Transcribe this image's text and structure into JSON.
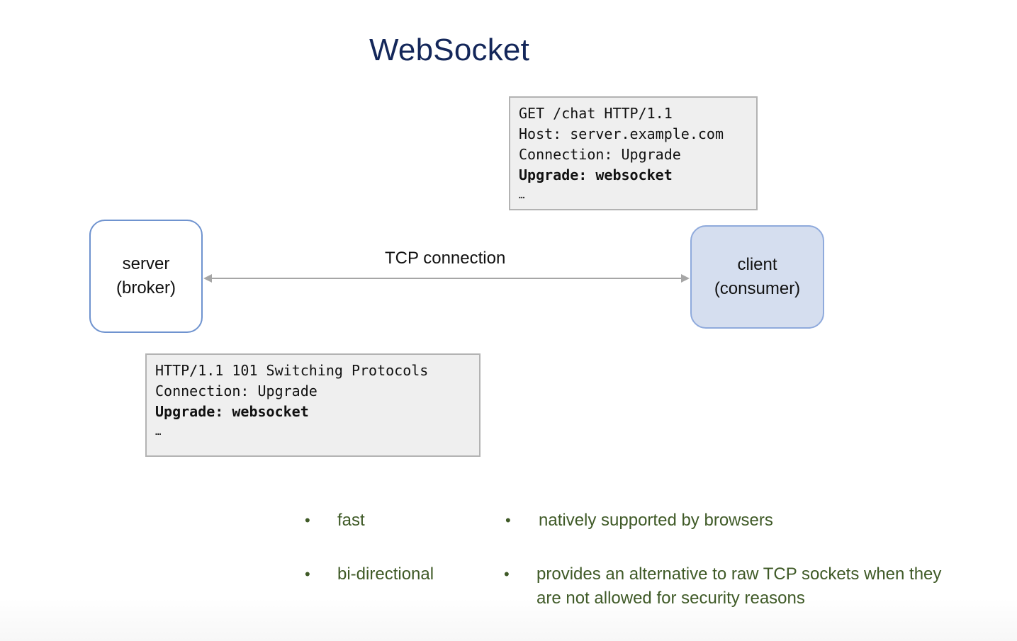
{
  "slide": {
    "title": "WebSocket"
  },
  "request": {
    "lines": [
      "GET /chat HTTP/1.1",
      "Host: server.example.com",
      "Connection: Upgrade",
      "Upgrade: websocket",
      "…"
    ]
  },
  "response": {
    "lines": [
      "HTTP/1.1 101 Switching Protocols",
      "Connection: Upgrade",
      "Upgrade: websocket",
      "…"
    ]
  },
  "nodes": {
    "server": {
      "line1": "server",
      "line2": "(broker)"
    },
    "client": {
      "line1": "client",
      "line2": "(consumer)"
    }
  },
  "connection": {
    "label": "TCP connection"
  },
  "bullets": {
    "marker": "•",
    "left": [
      "fast",
      "bi-directional"
    ],
    "right": [
      "natively supported by browsers",
      "provides an alternative to raw TCP sockets when they",
      "are not allowed for security reasons"
    ]
  },
  "colors": {
    "title": "#14275a",
    "bullet_text": "#3f5a27",
    "client_fill": "#d5deef",
    "node_border": "#6f93cf",
    "code_background": "#efefef",
    "arrow": "#a6a6a6"
  }
}
